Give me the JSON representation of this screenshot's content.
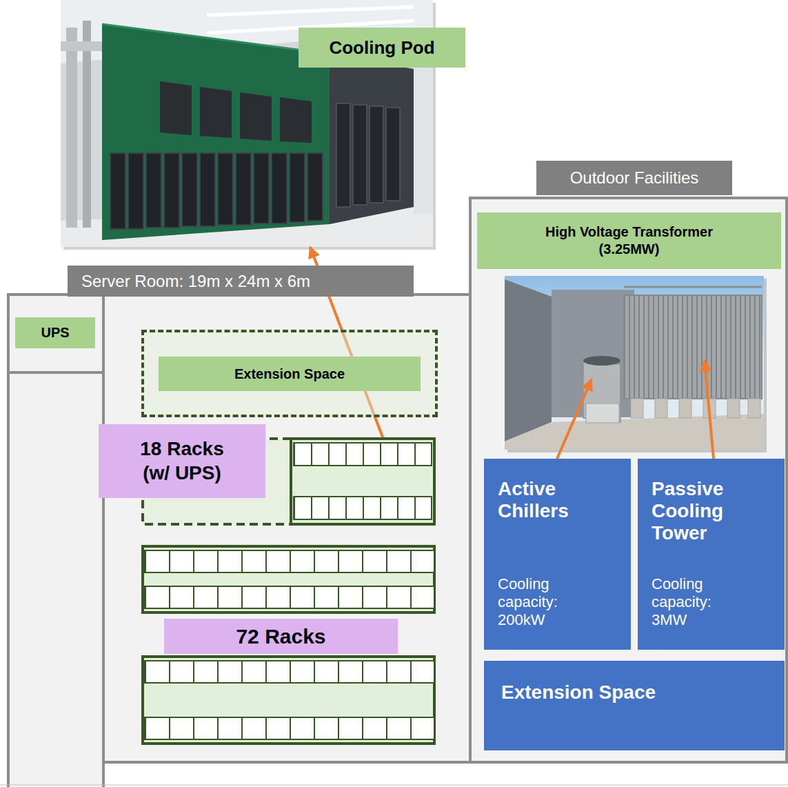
{
  "diagram": {
    "nodes": [
      {
        "text": [
          "Cooling Pod"
        ]
      },
      {
        "text": [
          "Outdoor Facilities"
        ]
      },
      {
        "text": [
          "High Voltage Transformer (3.25MW)"
        ],
        "in": 1
      },
      {
        "text": [
          "Server Room: 19m x 24m x 6m"
        ]
      },
      {
        "text": [
          "UPS"
        ],
        "in": 3
      },
      {
        "text": [
          "Extension Space"
        ],
        "in": 3
      },
      {
        "text": [
          "18 Racks (w/ UPS)"
        ],
        "in": 3
      },
      {
        "text": [
          "72 Racks"
        ],
        "in": 3
      },
      {
        "text": [
          "Active Chillers",
          "Cooling capacity: 200kW"
        ],
        "in": 1
      },
      {
        "text": [
          "Passive Cooling Tower",
          "Cooling capacity: 3MW"
        ],
        "in": 1
      },
      {
        "text": [
          "Extension Space"
        ],
        "in": 1
      }
    ],
    "edges": [
      {
        "from": 6,
        "to": 0,
        "arrow": "to"
      }
    ]
  }
}
